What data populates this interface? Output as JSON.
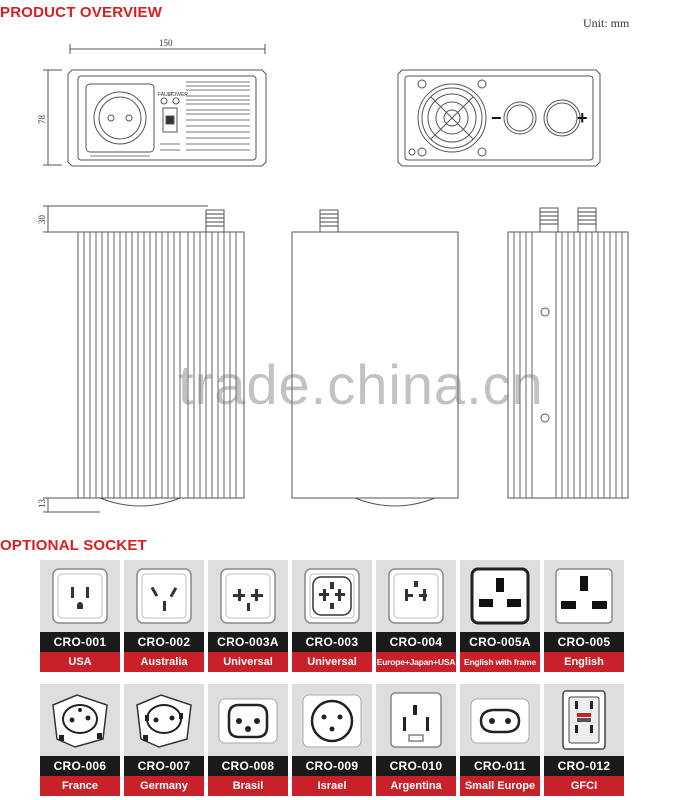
{
  "header": {
    "product_overview": "PRODUCT OVERVIEW",
    "unit": "Unit: mm",
    "optional_socket": "OPTIONAL SOCKET"
  },
  "dimensions": {
    "width": "150",
    "height": "78",
    "terminal_height": "30",
    "foot_height": "13"
  },
  "watermark": "trade.china.cn",
  "panel_labels": {
    "fault": "FAULT",
    "power": "POWER"
  },
  "terminals": {
    "minus": "−",
    "plus": "+"
  },
  "sockets_row1": [
    {
      "code": "CRO-001",
      "name": "USA",
      "icon": "usa-outlet-icon"
    },
    {
      "code": "CRO-002",
      "name": "Australia",
      "icon": "australia-outlet-icon"
    },
    {
      "code": "CRO-003A",
      "name": "Universal",
      "icon": "universal-outlet-a-icon"
    },
    {
      "code": "CRO-003",
      "name": "Universal",
      "icon": "universal-outlet-icon"
    },
    {
      "code": "CRO-004",
      "name": "Europe+Japan+USA",
      "icon": "multi-outlet-icon"
    },
    {
      "code": "CRO-005A",
      "name": "English with frame",
      "icon": "uk-framed-outlet-icon"
    },
    {
      "code": "CRO-005",
      "name": "English",
      "icon": "uk-outlet-icon"
    }
  ],
  "sockets_row2": [
    {
      "code": "CRO-006",
      "name": "France",
      "icon": "france-outlet-icon"
    },
    {
      "code": "CRO-007",
      "name": "Germany",
      "icon": "germany-outlet-icon"
    },
    {
      "code": "CRO-008",
      "name": "Brasil",
      "icon": "brasil-outlet-icon"
    },
    {
      "code": "CRO-009",
      "name": "Israel",
      "icon": "israel-outlet-icon"
    },
    {
      "code": "CRO-010",
      "name": "Argentina",
      "icon": "argentina-outlet-icon"
    },
    {
      "code": "CRO-011",
      "name": "Small Europe",
      "icon": "small-europe-outlet-icon"
    },
    {
      "code": "CRO-012",
      "name": "GFCI",
      "icon": "gfci-outlet-icon"
    }
  ]
}
